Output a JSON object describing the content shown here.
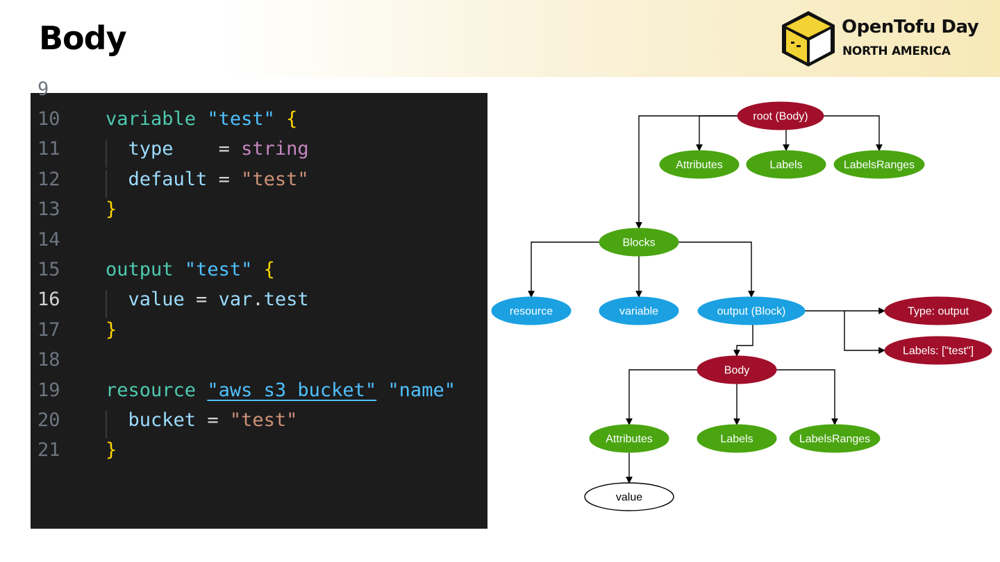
{
  "slide": {
    "title": "Body"
  },
  "logo": {
    "name": "OpenTofu Day",
    "region": "NORTH AMERICA"
  },
  "code_editor": {
    "partial_top_line": "9",
    "lines": [
      {
        "num": "10",
        "tokens": [
          [
            "kw",
            "variable"
          ],
          [
            "plain",
            " "
          ],
          [
            "str",
            "\"test\""
          ],
          [
            "plain",
            " "
          ],
          [
            "brace",
            "{"
          ]
        ]
      },
      {
        "num": "11",
        "tokens": [
          [
            "plain",
            "  "
          ],
          [
            "prop",
            "type"
          ],
          [
            "plain",
            "    = "
          ],
          [
            "typ",
            "string"
          ]
        ]
      },
      {
        "num": "12",
        "tokens": [
          [
            "plain",
            "  "
          ],
          [
            "prop",
            "default"
          ],
          [
            "plain",
            " = "
          ],
          [
            "strval",
            "\"test\""
          ]
        ]
      },
      {
        "num": "13",
        "tokens": [
          [
            "brace",
            "}"
          ]
        ]
      },
      {
        "num": "14",
        "tokens": []
      },
      {
        "num": "15",
        "tokens": [
          [
            "kw",
            "output"
          ],
          [
            "plain",
            " "
          ],
          [
            "str",
            "\"test\""
          ],
          [
            "plain",
            " "
          ],
          [
            "brace",
            "{"
          ]
        ]
      },
      {
        "num": "16",
        "tokens": [
          [
            "plain",
            "  "
          ],
          [
            "prop",
            "value"
          ],
          [
            "plain",
            " = "
          ],
          [
            "prop",
            "var"
          ],
          [
            "plain",
            "."
          ],
          [
            "prop",
            "test"
          ]
        ]
      },
      {
        "num": "17",
        "tokens": [
          [
            "brace",
            "}"
          ]
        ]
      },
      {
        "num": "18",
        "tokens": []
      },
      {
        "num": "19",
        "tokens": [
          [
            "kw",
            "resource"
          ],
          [
            "plain",
            " "
          ],
          [
            "link",
            "\"aws_s3_bucket\""
          ],
          [
            "plain",
            " "
          ],
          [
            "str",
            "\"name\""
          ]
        ]
      },
      {
        "num": "20",
        "tokens": [
          [
            "plain",
            "  "
          ],
          [
            "prop",
            "bucket"
          ],
          [
            "plain",
            " = "
          ],
          [
            "strval",
            "\"test\""
          ]
        ]
      },
      {
        "num": "21",
        "tokens": [
          [
            "brace",
            "}"
          ]
        ]
      }
    ],
    "active_line": "16"
  },
  "diagram": {
    "colors": {
      "red": "#a10f2b",
      "green": "#4aa511",
      "blue": "#1ba1e2",
      "white": "#ffffff"
    },
    "nodes": [
      {
        "id": "root",
        "label": "root (Body)",
        "color": "red"
      },
      {
        "id": "attrs1",
        "label": "Attributes",
        "color": "green"
      },
      {
        "id": "labels1",
        "label": "Labels",
        "color": "green"
      },
      {
        "id": "lr1",
        "label": "LabelsRanges",
        "color": "green"
      },
      {
        "id": "blocks",
        "label": "Blocks",
        "color": "green"
      },
      {
        "id": "resource",
        "label": "resource",
        "color": "blue"
      },
      {
        "id": "variable",
        "label": "variable",
        "color": "blue"
      },
      {
        "id": "output",
        "label": "output (Block)",
        "color": "blue"
      },
      {
        "id": "type",
        "label": "Type: output",
        "color": "red"
      },
      {
        "id": "labelsval",
        "label": "Labels: [\"test\"]",
        "color": "red"
      },
      {
        "id": "body",
        "label": "Body",
        "color": "red"
      },
      {
        "id": "attrs2",
        "label": "Attributes",
        "color": "green"
      },
      {
        "id": "labels2",
        "label": "Labels",
        "color": "green"
      },
      {
        "id": "lr2",
        "label": "LabelsRanges",
        "color": "green"
      },
      {
        "id": "value",
        "label": "value",
        "color": "white"
      }
    ]
  }
}
